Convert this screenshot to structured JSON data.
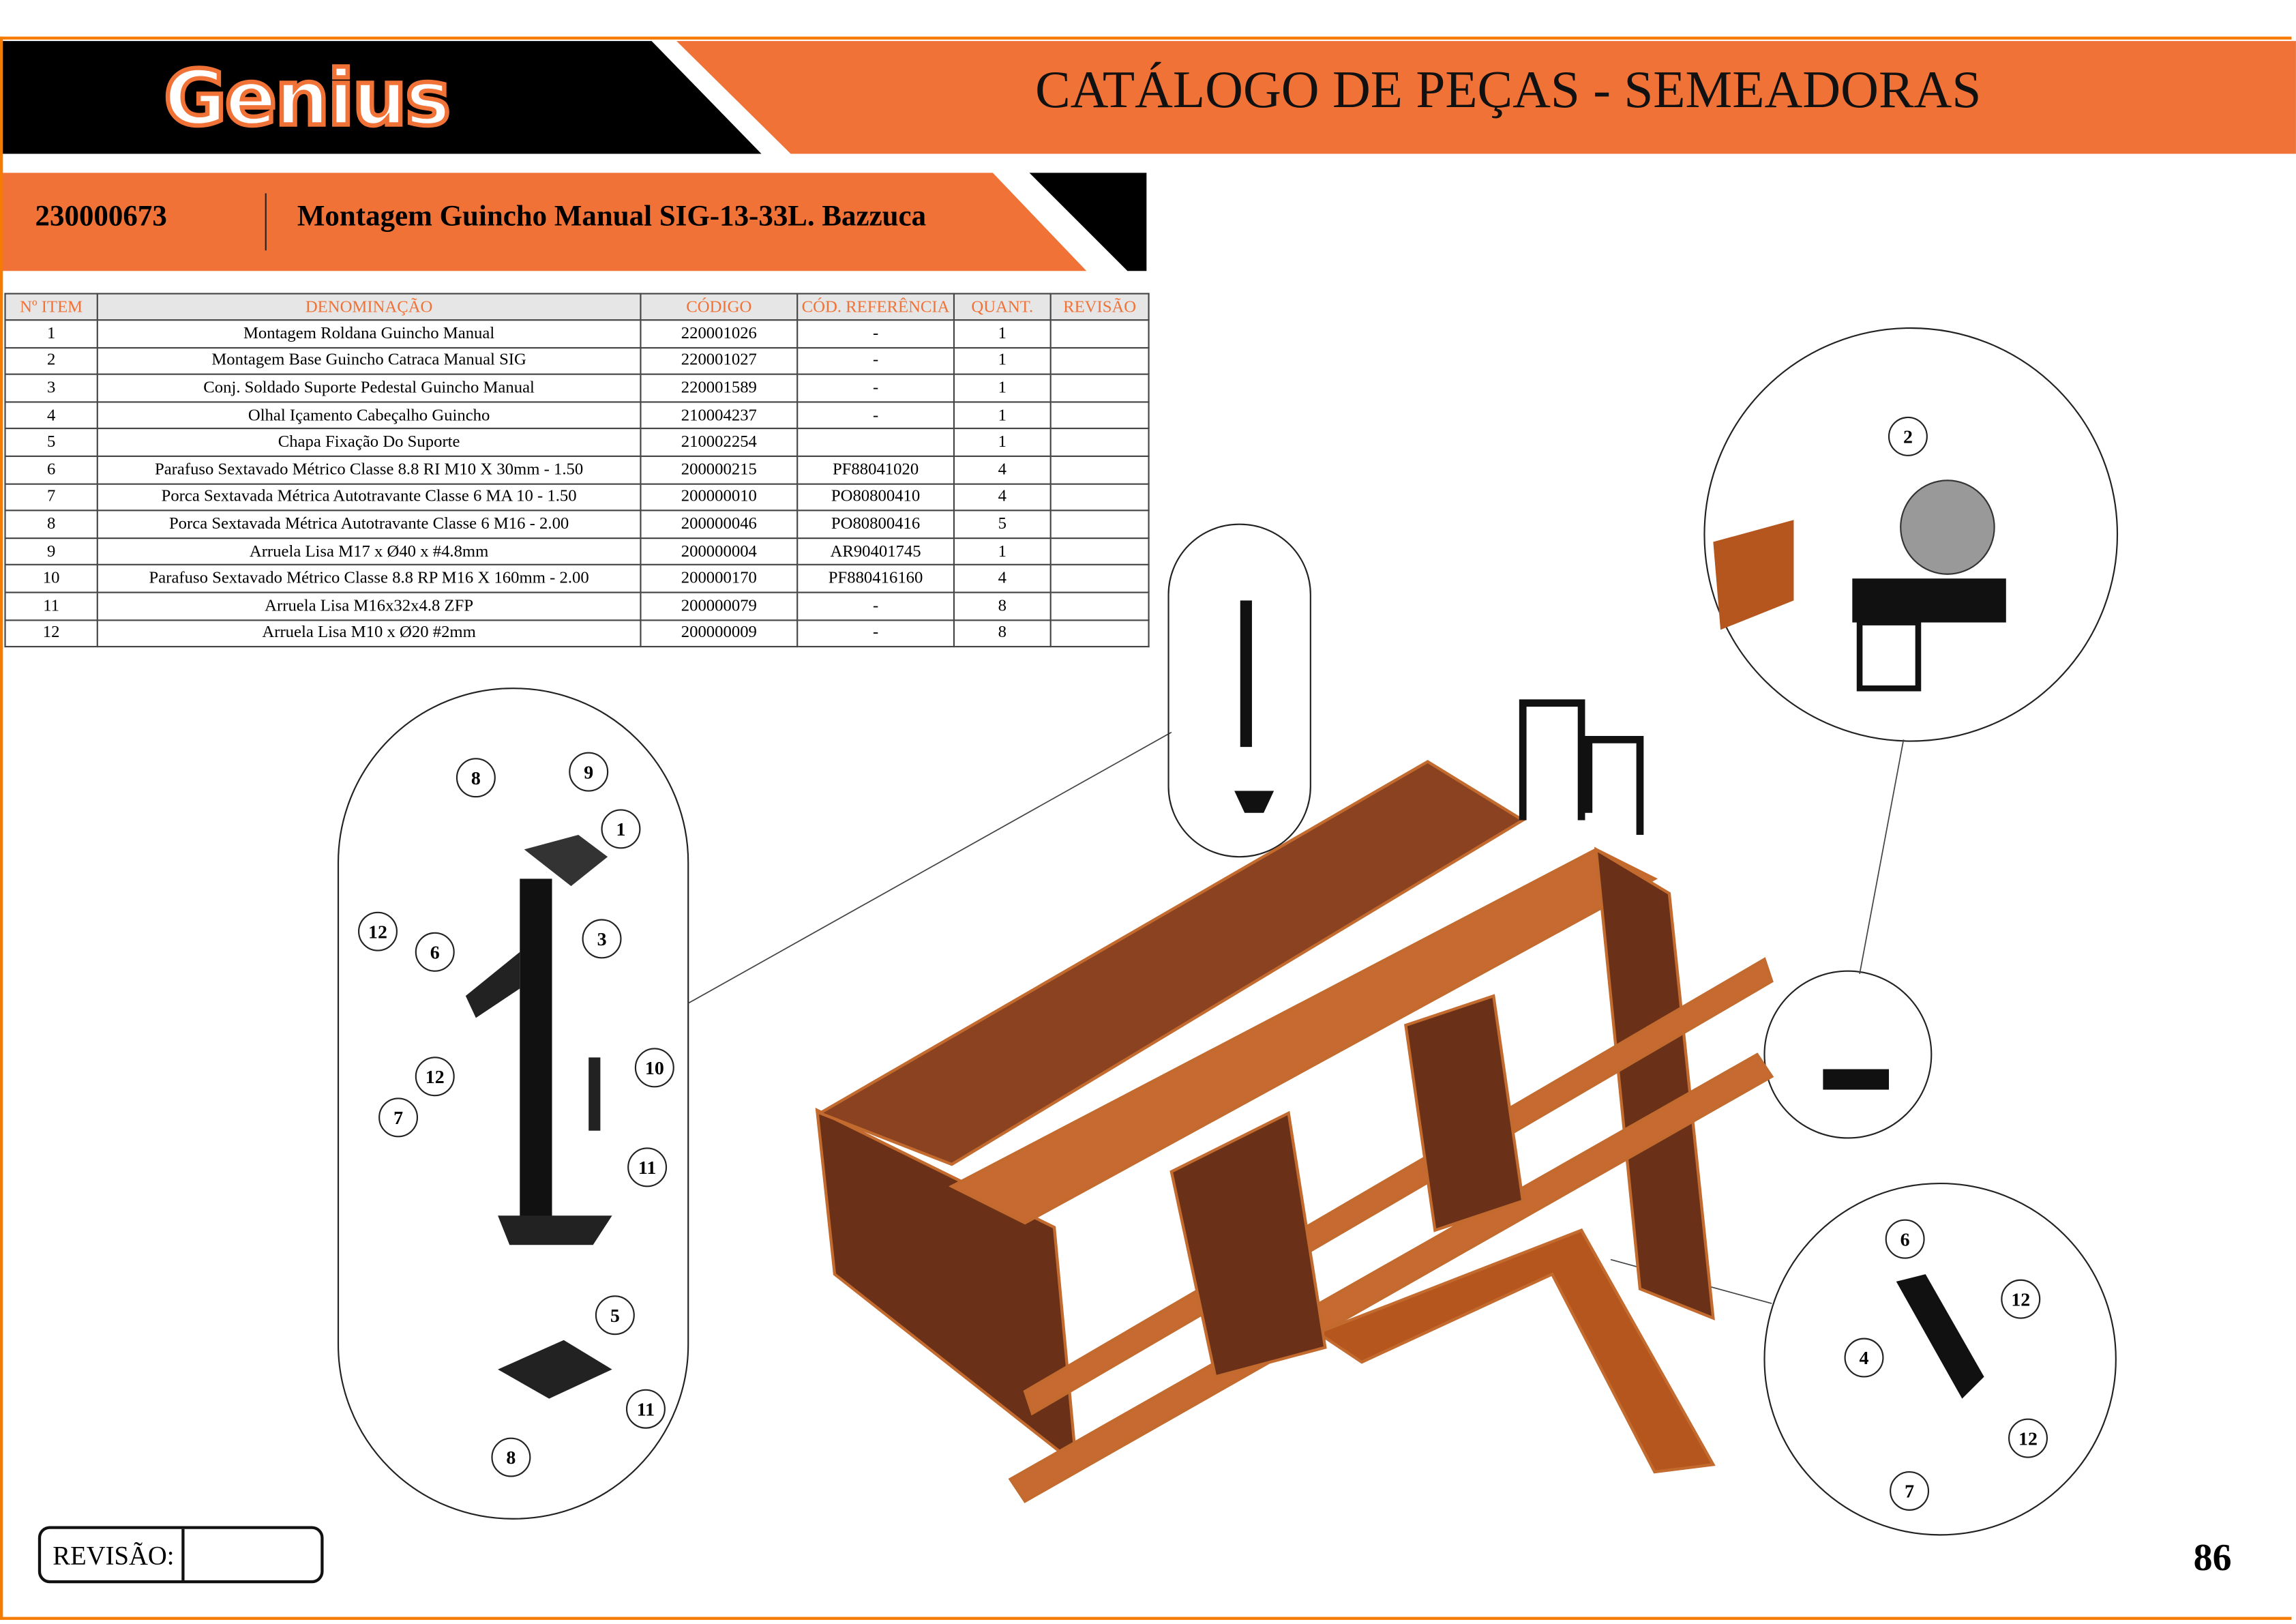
{
  "header": {
    "brand": "Genius",
    "title": "CATÁLOGO DE PEÇAS - SEMEADORAS",
    "colors": {
      "accent": "#f07237",
      "border": "#f57c00",
      "dark": "#000000"
    }
  },
  "part": {
    "code": "230000673",
    "title": "Montagem Guincho Manual SIG-13-33L. Bazzuca"
  },
  "table": {
    "headers": [
      "Nº ITEM",
      "DENOMINAÇÃO",
      "CÓDIGO",
      "CÓD. REFERÊNCIA",
      "QUANT.",
      "REVISÃO"
    ],
    "rows": [
      [
        "1",
        "Montagem Roldana Guincho Manual",
        "220001026",
        "-",
        "1",
        ""
      ],
      [
        "2",
        "Montagem Base Guincho Catraca Manual SIG",
        "220001027",
        "-",
        "1",
        ""
      ],
      [
        "3",
        "Conj. Soldado Suporte Pedestal Guincho Manual",
        "220001589",
        "-",
        "1",
        ""
      ],
      [
        "4",
        "Olhal Içamento Cabeçalho Guincho",
        "210004237",
        "-",
        "1",
        ""
      ],
      [
        "5",
        "Chapa Fixação Do Suporte",
        "210002254",
        "",
        "1",
        ""
      ],
      [
        "6",
        "Parafuso Sextavado Métrico Classe 8.8 RI M10 X 30mm - 1.50",
        "200000215",
        "PF88041020",
        "4",
        ""
      ],
      [
        "7",
        "Porca Sextavada Métrica Autotravante Classe 6 MA 10 - 1.50",
        "200000010",
        "PO80800410",
        "4",
        ""
      ],
      [
        "8",
        "Porca Sextavada Métrica Autotravante Classe 6 M16 - 2.00",
        "200000046",
        "PO80800416",
        "5",
        ""
      ],
      [
        "9",
        "Arruela Lisa M17 x Ø40 x #4.8mm",
        "200000004",
        "AR90401745",
        "1",
        ""
      ],
      [
        "10",
        "Parafuso Sextavado Métrico Classe 8.8 RP M16 X 160mm - 2.00",
        "200000170",
        "PF880416160",
        "4",
        ""
      ],
      [
        "11",
        "Arruela Lisa M16x32x4.8 ZFP",
        "200000079",
        "-",
        "8",
        ""
      ],
      [
        "12",
        "Arruela Lisa M10 x Ø20 #2mm",
        "200000009",
        "-",
        "8",
        ""
      ]
    ]
  },
  "callouts": [
    "8",
    "9",
    "1",
    "3",
    "12",
    "6",
    "12",
    "7",
    "10",
    "11",
    "5",
    "11",
    "8",
    "2",
    "6",
    "12",
    "4",
    "12",
    "7"
  ],
  "footer": {
    "revision_label": "REVISÃO:",
    "revision_value": "",
    "page_number": "86"
  }
}
